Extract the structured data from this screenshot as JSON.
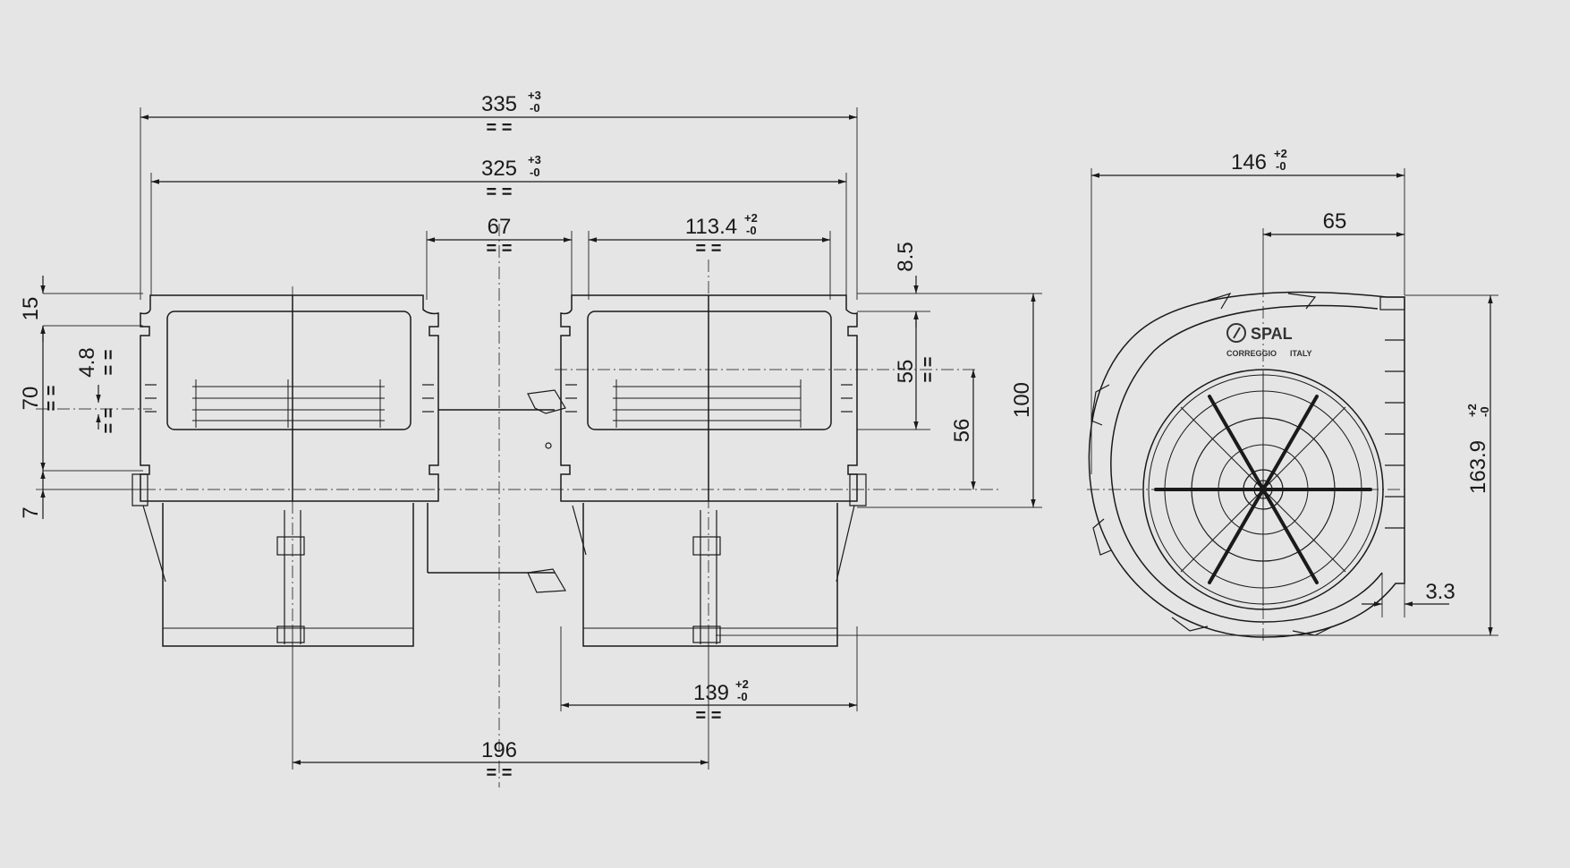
{
  "dimensions": {
    "d335": {
      "value": "335",
      "tol_plus": "+3",
      "tol_minus": "-0"
    },
    "d325": {
      "value": "325",
      "tol_plus": "+3",
      "tol_minus": "-0"
    },
    "d67": {
      "value": "67"
    },
    "d113": {
      "value": "113.4",
      "tol_plus": "+2",
      "tol_minus": "-0"
    },
    "d146": {
      "value": "146",
      "tol_plus": "+2",
      "tol_minus": "-0"
    },
    "d65": {
      "value": "65"
    },
    "d8_5": {
      "value": "8.5"
    },
    "d55": {
      "value": "55"
    },
    "d56": {
      "value": "56"
    },
    "d100": {
      "value": "100"
    },
    "d15": {
      "value": "15"
    },
    "d4_8": {
      "value": "4.8"
    },
    "d70": {
      "value": "70"
    },
    "d7": {
      "value": "7"
    },
    "d139": {
      "value": "139",
      "tol_plus": "+2",
      "tol_minus": "-0"
    },
    "d196": {
      "value": "196"
    },
    "d163": {
      "value": "163.9",
      "tol_plus": "+2",
      "tol_minus": "-0"
    },
    "d3_3": {
      "value": "3.3"
    }
  },
  "symbols": {
    "equal": "= ="
  },
  "logo": {
    "brand": "SPAL",
    "city": "CORREGGIO",
    "country": "ITALY"
  },
  "colors": {
    "background": "#e4e5e4",
    "line": "#1a1a1a"
  }
}
